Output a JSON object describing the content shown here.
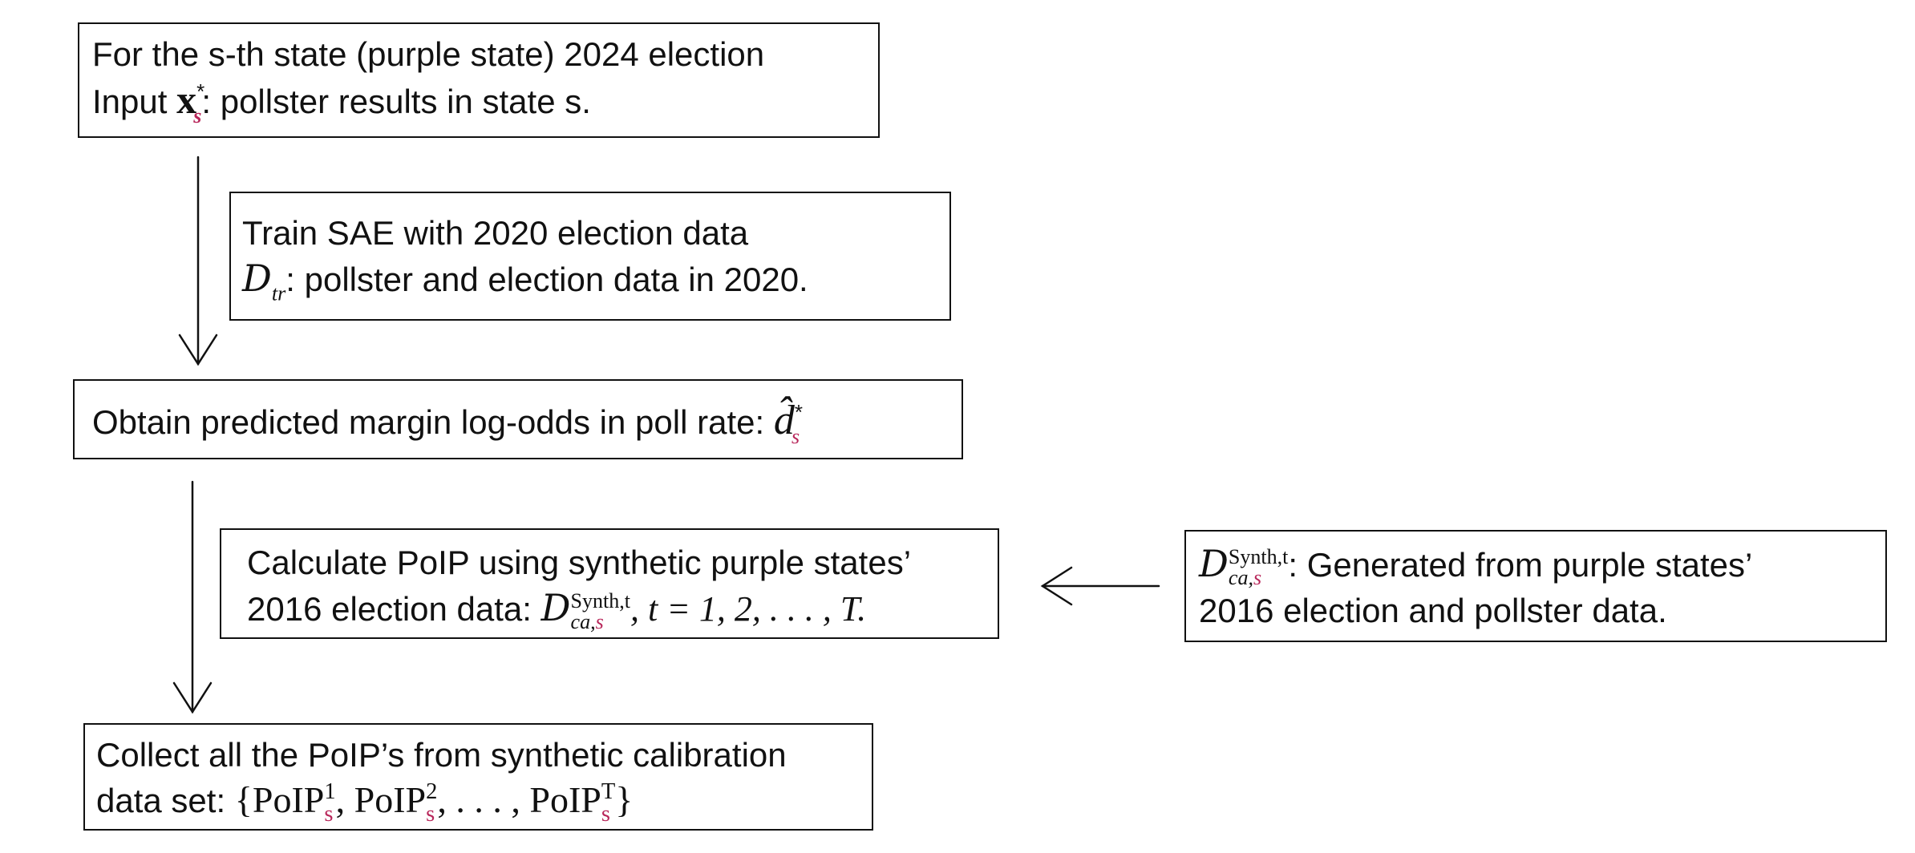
{
  "boxes": {
    "input": {
      "line1": "For the s-th state (purple state) 2024 election",
      "line2_prefix": "Input ",
      "symbol_x": "x",
      "symbol_star": "*",
      "symbol_s": "s",
      "line2_suffix": ": pollster results in state s."
    },
    "train": {
      "line1": "Train SAE with 2020 election data",
      "symbol_D": "D",
      "symbol_tr": "tr",
      "line2_suffix": ": pollster and election data in 2020."
    },
    "obtain": {
      "text": "Obtain predicted margin log-odds in poll rate: ",
      "symbol_d": "d̂",
      "symbol_star": "*",
      "symbol_s": "s"
    },
    "calculate": {
      "line1": "Calculate PoIP using synthetic purple states’",
      "line2_prefix": "2016 election data: ",
      "symbol_D": "D",
      "sup": "Synth,t",
      "sub_ca": "ca,",
      "sub_s": "s",
      "line2_suffix": ", t = 1, 2, . . . , T."
    },
    "synthetic": {
      "symbol_D": "D",
      "sup": "Synth,t",
      "sub_ca": "ca,",
      "sub_s": "s",
      "line1_suffix": ": Generated from purple states’",
      "line2": "2016 election and pollster data."
    },
    "collect": {
      "line1": "Collect all the PoIP’s from synthetic calibration",
      "line2_prefix": "data set:  ",
      "open": "{",
      "poip": "PoIP",
      "sup1": "1",
      "sup2": "2",
      "supT": "T",
      "s": "s",
      "comma": ", ",
      "ellipsis": ". . . ",
      "close": "}"
    }
  },
  "colors": {
    "accent": "#b8265a",
    "stroke": "#111111"
  }
}
